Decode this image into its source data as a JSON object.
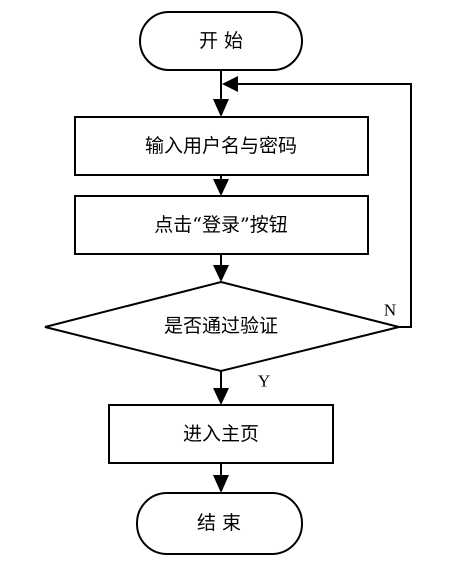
{
  "flowchart": {
    "start": "开 始",
    "input_credentials": "输入用户名与密码",
    "click_login": "点击“登录”按钮",
    "decision": "是否通过验证",
    "enter_home": "进入主页",
    "end": "结 束",
    "yes_label": "Y",
    "no_label": "N"
  }
}
